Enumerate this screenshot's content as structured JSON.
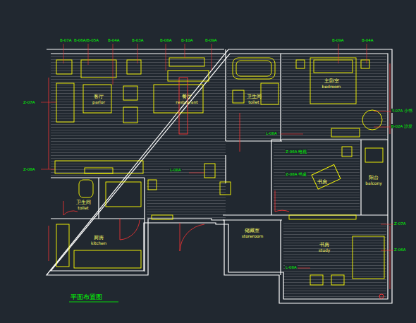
{
  "diagram": {
    "title": "平面布置图",
    "nodes": [
      {
        "text": [
          "客厅",
          "parlor"
        ]
      },
      {
        "text": [
          "餐厅",
          "restaurant"
        ]
      },
      {
        "text": [
          "卫生间",
          "toilet"
        ]
      },
      {
        "text": [
          "主卧室",
          "bedroom"
        ]
      },
      {
        "text": [
          "书房"
        ]
      },
      {
        "text": [
          "阳台",
          "balcony"
        ]
      },
      {
        "text": [
          "卫生间",
          "toilet"
        ]
      },
      {
        "text": [
          "厨房",
          "kitchen"
        ]
      },
      {
        "text": [
          "储藏室",
          "storeroom"
        ]
      },
      {
        "text": [
          "书房",
          "study"
        ]
      }
    ],
    "labels": [
      "B-07A",
      "B-06A/B-05A",
      "B-04A",
      "B-03A",
      "B-08A",
      "B-10A",
      "B-09A",
      "B-09A",
      "B-04A",
      "Z-07A",
      "Z-08A",
      "Y-07A 小书",
      "B-02A 沙发",
      "L-08A",
      "L-08A",
      "Z-06A 电视",
      "Z-08A 书桌",
      "Z-07A",
      "Z-06A",
      "L-08A"
    ]
  }
}
